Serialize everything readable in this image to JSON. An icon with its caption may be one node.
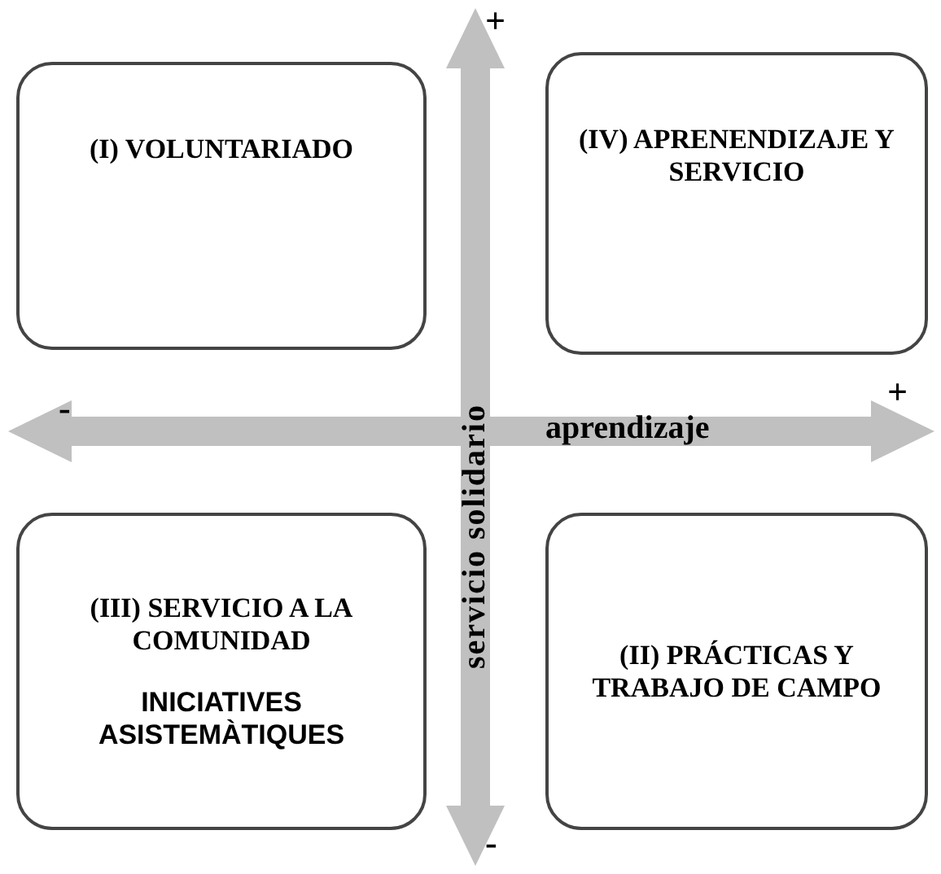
{
  "diagram": {
    "nodes": [
      {
        "text": [
          "(I) VOLUNTARIADO"
        ]
      },
      {
        "text": [
          "(IV) APRENENDIZAJE Y SERVICIO"
        ]
      },
      {
        "text": [
          "(III) SERVICIO A LA COMUNIDAD",
          "INICIATIVES ASISTEMÀTIQUES"
        ]
      },
      {
        "text": [
          "(II) PRÁCTICAS Y TRABAJO DE CAMPO"
        ]
      }
    ],
    "edges": [],
    "labels": [
      "+",
      "-",
      "+",
      "aprendizaje",
      "servicio solidario",
      "-"
    ]
  }
}
